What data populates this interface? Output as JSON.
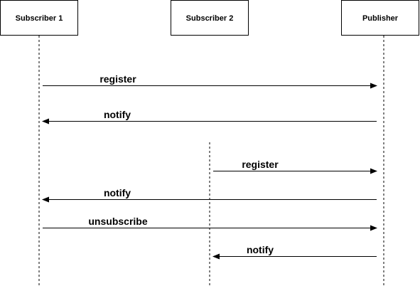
{
  "participants": [
    {
      "id": "sub1",
      "label": "Subscriber 1"
    },
    {
      "id": "sub2",
      "label": "Subscriber 2"
    },
    {
      "id": "pub",
      "label": "Publisher"
    }
  ],
  "messages": [
    {
      "from": "sub1",
      "to": "pub",
      "label": "register"
    },
    {
      "from": "pub",
      "to": "sub1",
      "label": "notify"
    },
    {
      "from": "sub2",
      "to": "pub",
      "label": "register"
    },
    {
      "from": "pub",
      "to": "sub1",
      "label": "notify"
    },
    {
      "from": "sub1",
      "to": "pub",
      "label": "unsubscribe"
    },
    {
      "from": "pub",
      "to": "sub2",
      "label": "notify"
    }
  ]
}
